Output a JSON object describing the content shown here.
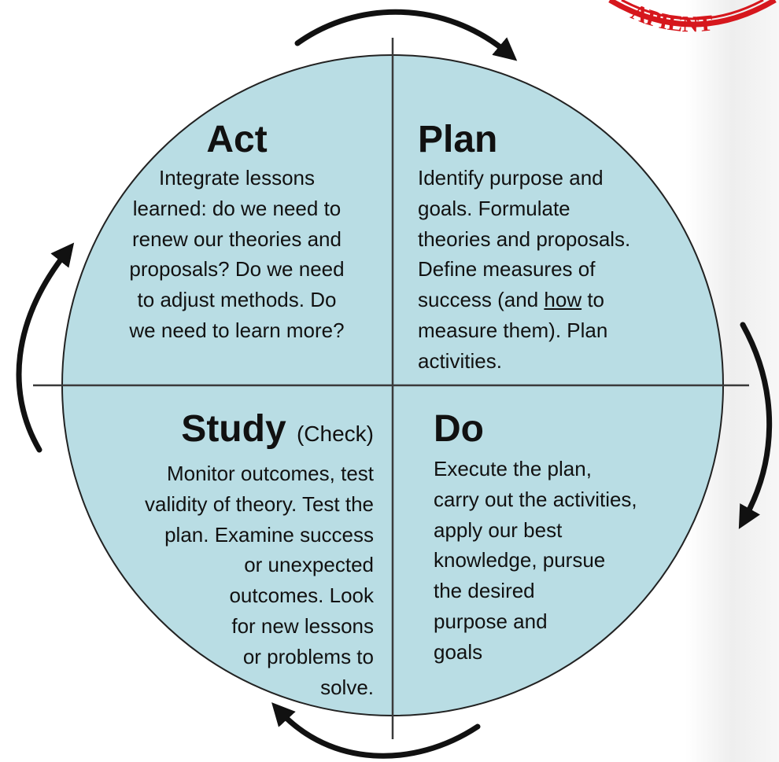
{
  "colors": {
    "circle_fill": "#b9dde4",
    "outline": "#222222",
    "divider": "#3a3a3a",
    "arrow": "#111111",
    "stamp_red": "#d6171d",
    "text": "#111111"
  },
  "stamp": {
    "text": "APIENT"
  },
  "quadrants": {
    "act": {
      "title": "Act",
      "body": "Integrate lessons\nlearned: do we need to\nrenew our theories and\nproposals? Do we need\nto adjust methods. Do\nwe need to learn more?"
    },
    "plan": {
      "title": "Plan",
      "body_before": "Identify purpose and\ngoals. Formulate\ntheories and proposals.\nDefine measures of\nsuccess (and ",
      "body_underlined": "how",
      "body_after": " to\nmeasure them). Plan\nactivities."
    },
    "study": {
      "title": "Study",
      "subtitle": "(Check)",
      "body": "Monitor outcomes, test\nvalidity of theory. Test the\nplan. Examine success\nor unexpected\noutcomes. Look\nfor new lessons\nor problems  to\nsolve."
    },
    "do": {
      "title": "Do",
      "body": "Execute the plan,\ncarry out the activities,\napply our best\nknowledge, pursue\nthe desired\npurpose and\ngoals"
    }
  },
  "arrows": {
    "count": 4,
    "direction": "clockwise"
  }
}
